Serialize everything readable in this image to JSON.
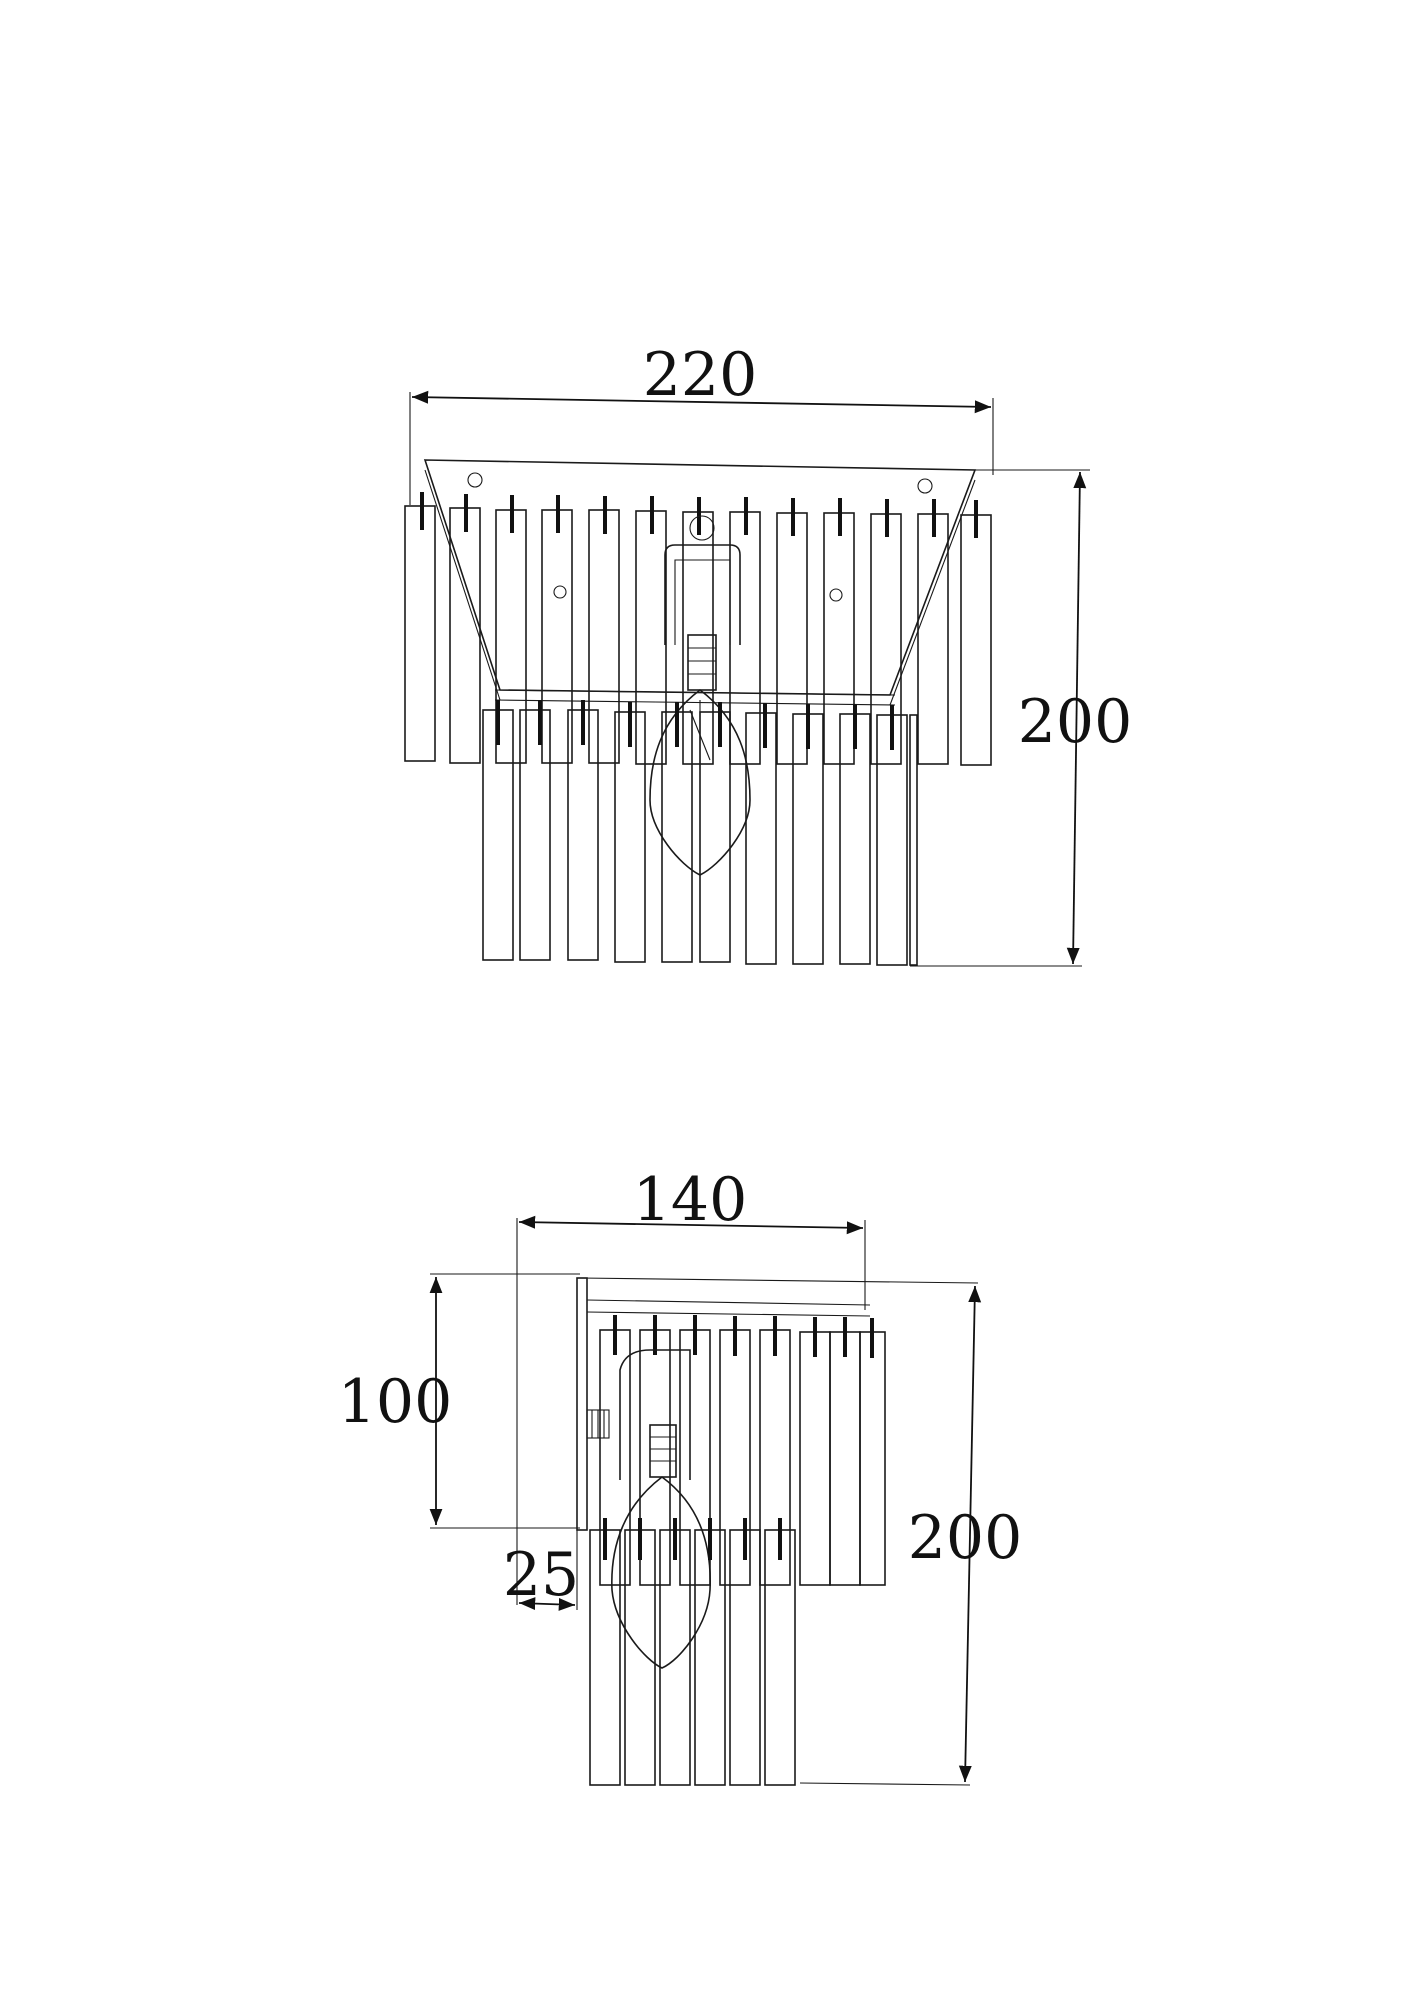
{
  "front_view": {
    "width_label": "220",
    "height_label": "200"
  },
  "side_view": {
    "depth_label": "140",
    "backplate_label": "100",
    "height_label": "200",
    "offset_label": "25"
  }
}
